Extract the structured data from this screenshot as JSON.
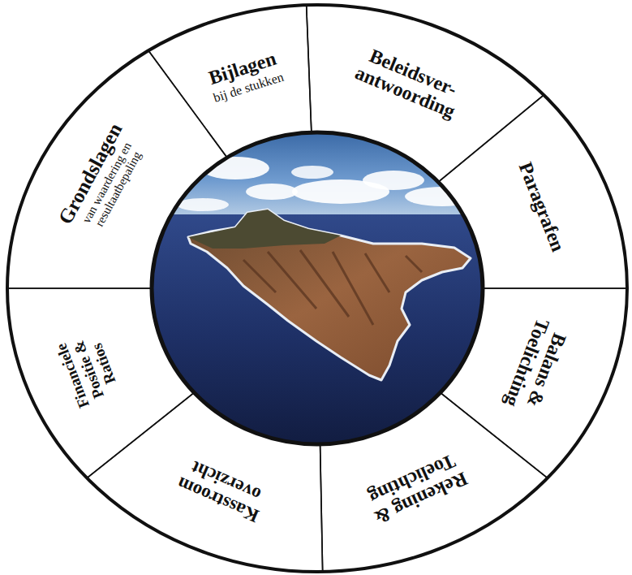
{
  "diagram": {
    "nodes": [
      {
        "text": [
          "Beleidsver- antwoording"
        ]
      },
      {
        "text": [
          "Paragrafen"
        ]
      },
      {
        "text": [
          "Balans & Toelichting"
        ]
      },
      {
        "text": [
          "Rekening & Toelichting"
        ]
      },
      {
        "text": [
          "Kasstroom overzicht"
        ]
      },
      {
        "text": [
          "Financiele Positie & Ratios"
        ]
      },
      {
        "text": [
          "Grondslagen",
          "van waardering en resultaatbepaling"
        ]
      },
      {
        "text": [
          "Bijlagen",
          "bij de stukken"
        ]
      }
    ]
  }
}
